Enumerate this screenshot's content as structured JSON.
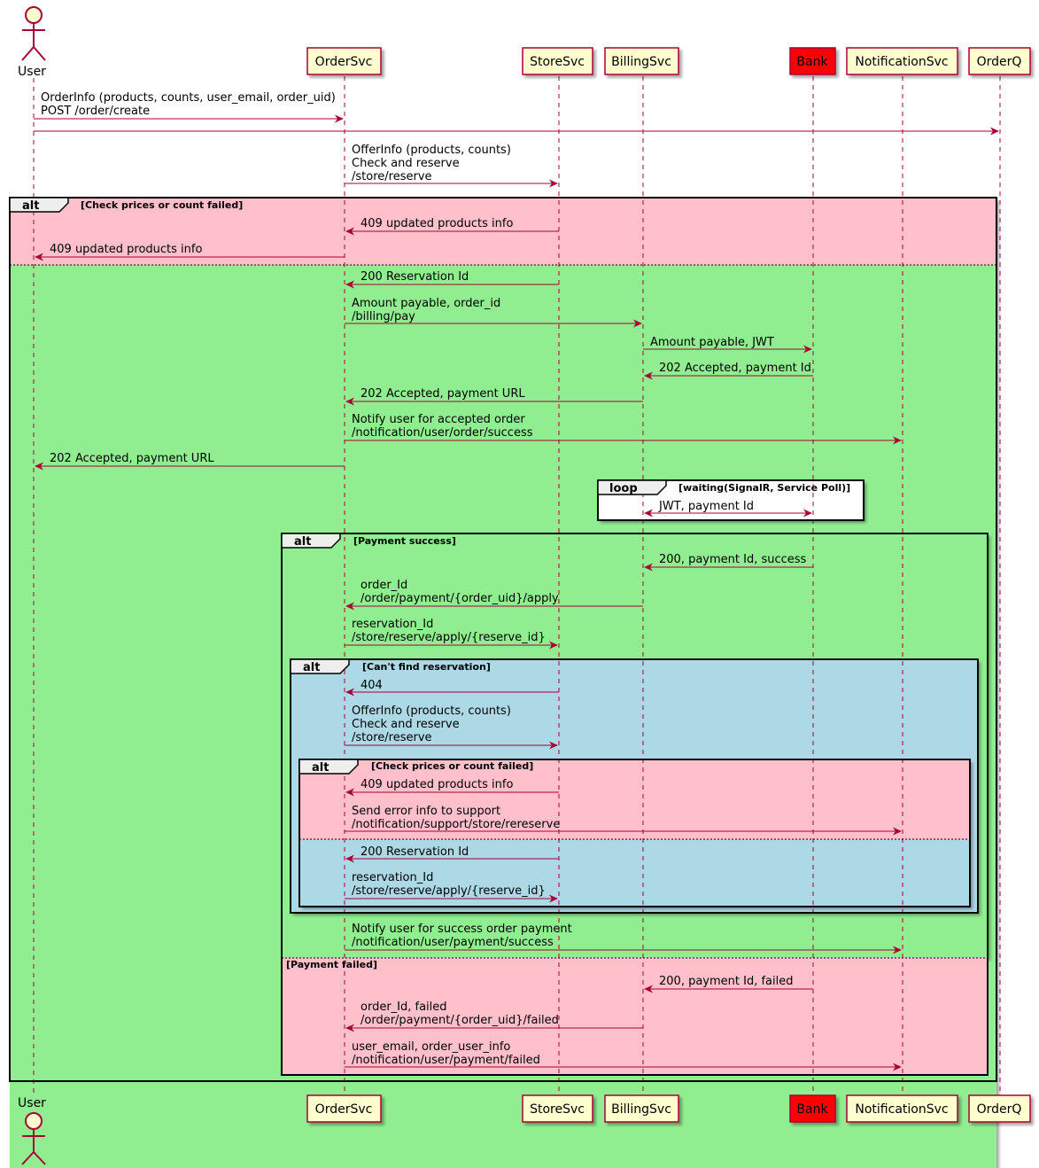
{
  "participants": {
    "user": "User",
    "ordersvc": "OrderSvc",
    "storesvc": "StoreSvc",
    "billingsvc": "BillingSvc",
    "bank": "Bank",
    "notificationsvc": "NotificationSvc",
    "orderq": "OrderQ"
  },
  "colors": {
    "arrow": "#A80036",
    "participant_fill": "#FEFECE",
    "bank_fill": "#FF0000",
    "pink": "#FFC0CB",
    "green": "#90EE90",
    "blue": "#ADD8E6",
    "white": "#FFFFFF"
  },
  "fragments": {
    "alt_keyword": "alt",
    "loop_keyword": "loop",
    "f1_guard": "[Check prices or count failed]",
    "loop_guard": "[waiting(SignalR, Service Poll)]",
    "f2_guard": "[Payment success]",
    "f2_else_guard": "[Payment failed]",
    "f3_guard": "[Can't find reservation]",
    "f4_guard": "[Check prices or count failed]"
  },
  "messages": {
    "m1_l1": "OrderInfo (products, counts, user_email, order_uid)",
    "m1_l2": "POST /order/create",
    "m3_l1": "OfferInfo (products, counts)",
    "m3_l2": "Check and reserve",
    "m3_l3": "/store/reserve",
    "m4": "409 updated products info",
    "m5": "409 updated products info",
    "m6": "200 Reservation Id",
    "m7_l1": "Amount payable, order_id",
    "m7_l2": "/billing/pay",
    "m8": "Amount payable, JWT",
    "m9": "202 Accepted, payment Id",
    "m10": "202 Accepted, payment URL",
    "m11_l1": "Notify user for accepted order",
    "m11_l2": "/notification/user/order/success",
    "m12": "202 Accepted, payment URL",
    "m13": "JWT, payment Id",
    "m14": "200, payment Id, success",
    "m15_l1": "order_Id",
    "m15_l2": "/order/payment/{order_uid}/apply",
    "m16_l1": "reservation_Id",
    "m16_l2": "/store/reserve/apply/{reserve_id}",
    "m17": "404",
    "m18_l1": "OfferInfo (products, counts)",
    "m18_l2": "Check and reserve",
    "m18_l3": "/store/reserve",
    "m19": "409 updated products info",
    "m20_l1": "Send error info to support",
    "m20_l2": "/notification/support/store/rereserve",
    "m21": "200 Reservation Id",
    "m22_l1": "reservation_Id",
    "m22_l2": "/store/reserve/apply/{reserve_id}",
    "m23_l1": "Notify user for success order payment",
    "m23_l2": "/notification/user/payment/success",
    "m24": "200, payment Id, failed",
    "m25_l1": "order_Id, failed",
    "m25_l2": "/order/payment/{order_uid}/failed",
    "m26_l1": "user_email, order_user_info",
    "m26_l2": "/notification/user/payment/failed"
  }
}
